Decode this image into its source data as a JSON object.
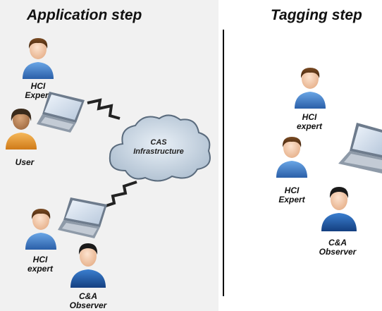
{
  "application_step": {
    "title": "Application step",
    "hci_expert_top": {
      "line1": "HCI",
      "line2": "Expert"
    },
    "user": {
      "label": "User"
    },
    "cloud": {
      "line1": "CAS",
      "line2": "Infrastructure"
    },
    "hci_expert_bottom": {
      "line1": "HCI",
      "line2": "expert"
    },
    "observer": {
      "line1": "C&A",
      "line2": "Observer"
    }
  },
  "tagging_step": {
    "title": "Tagging step",
    "hci_expert_top": {
      "line1": "HCI",
      "line2": "expert"
    },
    "hci_expert_bottom": {
      "line1": "HCI",
      "line2": "Expert"
    },
    "observer": {
      "line1": "C&A",
      "line2": "Observer"
    }
  },
  "colors": {
    "shirt_blue": "#3a78c8",
    "shirt_orange": "#e89630",
    "observer_blue": "#1d5fae",
    "hair_brown": "#5a3418",
    "skin": "#f2c9a6"
  }
}
